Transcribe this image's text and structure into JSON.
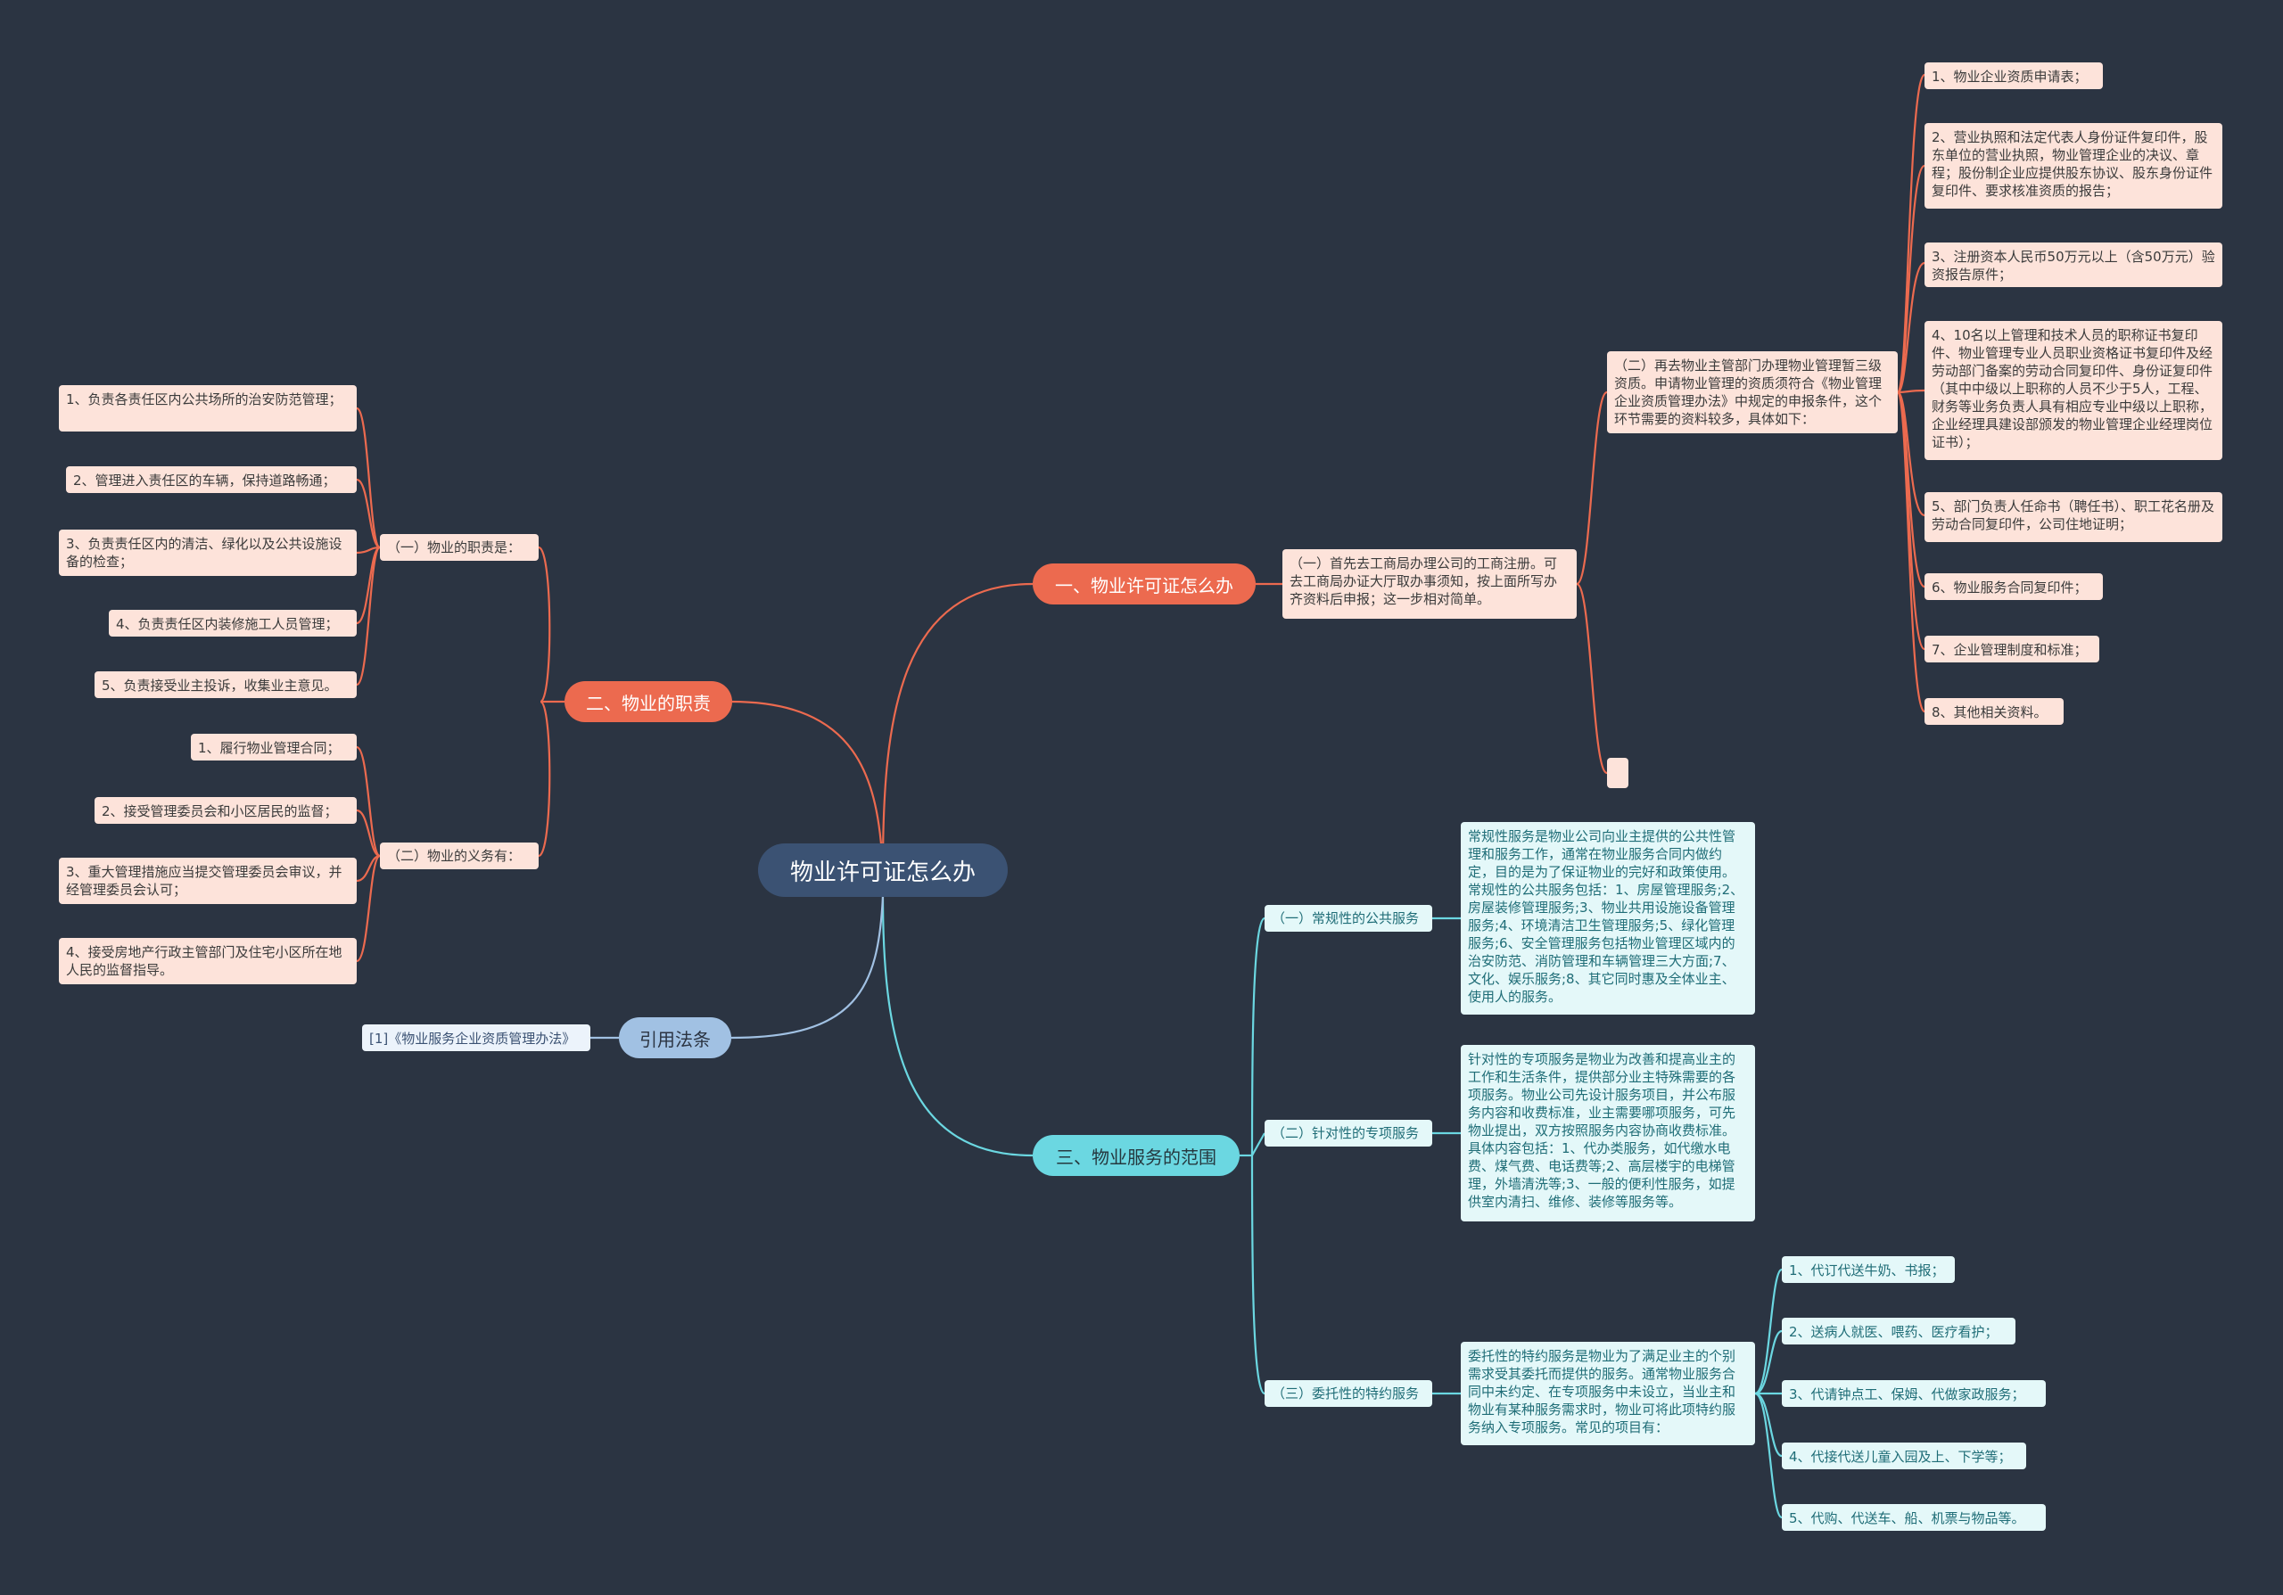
{
  "root": "物业许可证怎么办",
  "branches": {
    "b1": {
      "label": "一、物业许可证怎么办",
      "n1": "（一）首先去工商局办理公司的工商注册。可去工商局办证大厅取办事须知，按上面所写办齐资料后申报；这一步相对简单。",
      "n2": "（二）再去物业主管部门办理物业管理暂三级资质。申请物业管理的资质须符合《物业管理企业资质管理办法》中规定的申报条件，这个环节需要的资料较多，具体如下：",
      "items": [
        "1、物业企业资质申请表；",
        "2、营业执照和法定代表人身份证件复印件，股东单位的营业执照，物业管理企业的决议、章程；股份制企业应提供股东协议、股东身份证件复印件、要求核准资质的报告；",
        "3、注册资本人民币50万元以上（含50万元）验资报告原件；",
        "4、10名以上管理和技术人员的职称证书复印件、物业管理专业人员职业资格证书复印件及经劳动部门备案的劳动合同复印件、身份证复印件（其中中级以上职称的人员不少于5人，工程、财务等业务负责人具有相应专业中级以上职称，企业经理具建设部颁发的物业管理企业经理岗位证书）；",
        "5、部门负责人任命书（聘任书）、职工花名册及劳动合同复印件，公司住地证明；",
        "6、物业服务合同复印件；",
        "7、企业管理制度和标准；",
        "8、其他相关资料。"
      ],
      "blank": ""
    },
    "b2": {
      "label": "二、物业的职责",
      "s1": "（一）物业的职责是：",
      "s1_items": [
        "1、负责各责任区内公共场所的治安防范管理；",
        "2、管理进入责任区的车辆，保持道路畅通；",
        "3、负责责任区内的清洁、绿化以及公共设施设备的检查；",
        "4、负责责任区内装修施工人员管理；",
        "5、负责接受业主投诉，收集业主意见。"
      ],
      "s2": "（二）物业的义务有：",
      "s2_items": [
        "1、履行物业管理合同；",
        "2、接受管理委员会和小区居民的监督；",
        "3、重大管理措施应当提交管理委员会审议，并经管理委员会认可；",
        "4、接受房地产行政主管部门及住宅小区所在地人民的监督指导。"
      ]
    },
    "b3": {
      "label": "三、物业服务的范围",
      "s1": "（一）常规性的公共服务",
      "s1_text": "常规性服务是物业公司向业主提供的公共性管理和服务工作，通常在物业服务合同内做约定，目的是为了保证物业的完好和政策使用。常规性的公共服务包括：1、房屋管理服务;2、房屋装修管理服务;3、物业共用设施设备管理服务;4、环境清洁卫生管理服务;5、绿化管理服务;6、安全管理服务包括物业管理区域内的治安防范、消防管理和车辆管理三大方面;7、文化、娱乐服务;8、其它同时惠及全体业主、使用人的服务。",
      "s2": "（二）针对性的专项服务",
      "s2_text": "针对性的专项服务是物业为改善和提高业主的工作和生活条件，提供部分业主特殊需要的各项服务。物业公司先设计服务项目，并公布服务内容和收费标准，业主需要哪项服务，可先物业提出，双方按照服务内容协商收费标准。具体内容包括：1、代办类服务，如代缴水电费、煤气费、电话费等;2、高层楼宇的电梯管理，外墙清洗等;3、一般的便利性服务，如提供室内清扫、维修、装修等服务等。",
      "s3": "（三）委托性的特约服务",
      "s3_text": "委托性的特约服务是物业为了满足业主的个别需求受其委托而提供的服务。通常物业服务合同中未约定、在专项服务中未设立，当业主和物业有某种服务需求时，物业可将此项特约服务纳入专项服务。常见的项目有：",
      "s3_items": [
        "1、代订代送牛奶、书报；",
        "2、送病人就医、喂药、医疗看护；",
        "3、代请钟点工、保姆、代做家政服务；",
        "4、代接代送儿童入园及上、下学等；",
        "5、代购、代送车、船、机票与物品等。"
      ]
    },
    "b4": {
      "label": "引用法条",
      "item": "[1]《物业服务企业资质管理办法》"
    }
  },
  "colors": {
    "background": "#2b3442",
    "root": "#3b5273",
    "red_branch": "#ec6a4f",
    "red_leaf": "#fde3da",
    "cyan_branch": "#6bd7e1",
    "cyan_leaf": "#e4f8f9",
    "blue_branch": "#a1c1e3",
    "blue_leaf": "#ecf3fb"
  }
}
